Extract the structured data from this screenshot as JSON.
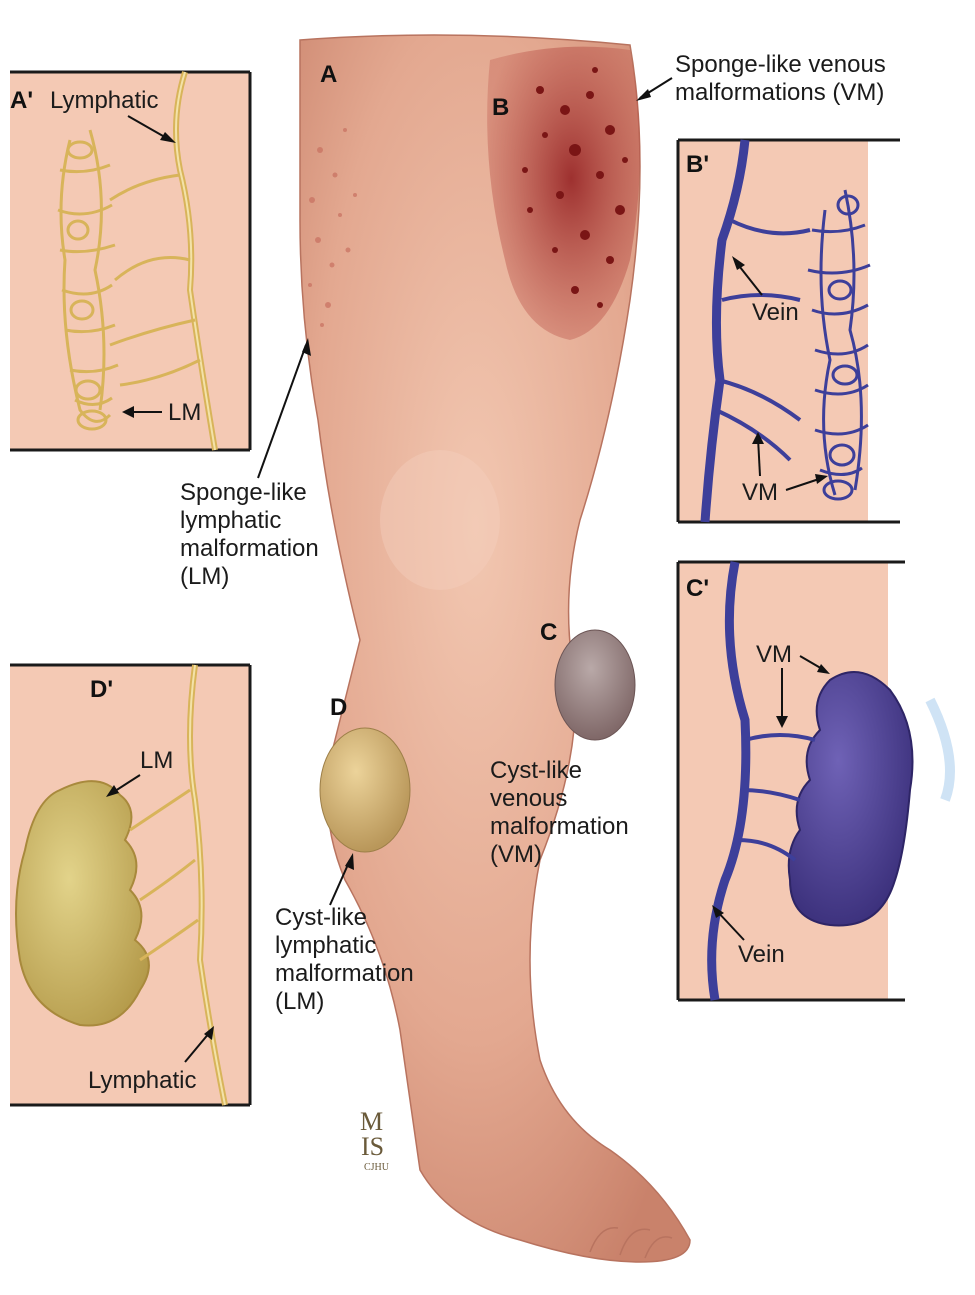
{
  "panels": {
    "a_prime": {
      "letter": "A'",
      "lymphatic_label": "Lymphatic",
      "lm_label": "LM"
    },
    "b_prime": {
      "letter": "B'",
      "vein_label": "Vein",
      "vm_label": "VM"
    },
    "c_prime": {
      "letter": "C'",
      "vm_label": "VM",
      "vein_label": "Vein"
    },
    "d_prime": {
      "letter": "D'",
      "lm_label": "LM",
      "lymphatic_label": "Lymphatic"
    }
  },
  "leg": {
    "letter_a": "A",
    "letter_b": "B",
    "letter_c": "C",
    "letter_d": "D",
    "sponge_venous_lines": [
      "Sponge-like venous",
      "malformations (VM)"
    ],
    "sponge_lymphatic_lines": [
      "Sponge-like",
      "lymphatic",
      "malformation",
      "(LM)"
    ],
    "cyst_venous_lines": [
      "Cyst-like",
      "venous",
      "malformation",
      "(VM)"
    ],
    "cyst_lymphatic_lines": [
      "Cyst-like",
      "lymphatic",
      "malformation",
      "(LM)"
    ]
  },
  "signature": {
    "top": "M",
    "bottom": "IS",
    "small": "CJHU"
  },
  "colors": {
    "skin": "#e9b59f",
    "panel_bg": "#f4c9b4",
    "lymphatic": "#d8b45a",
    "lymphatic_fill": "#c8b562",
    "vein": "#3d3f9a",
    "vein_fill": "#4a3f8e",
    "venous_spots": "#8a1e1e"
  }
}
